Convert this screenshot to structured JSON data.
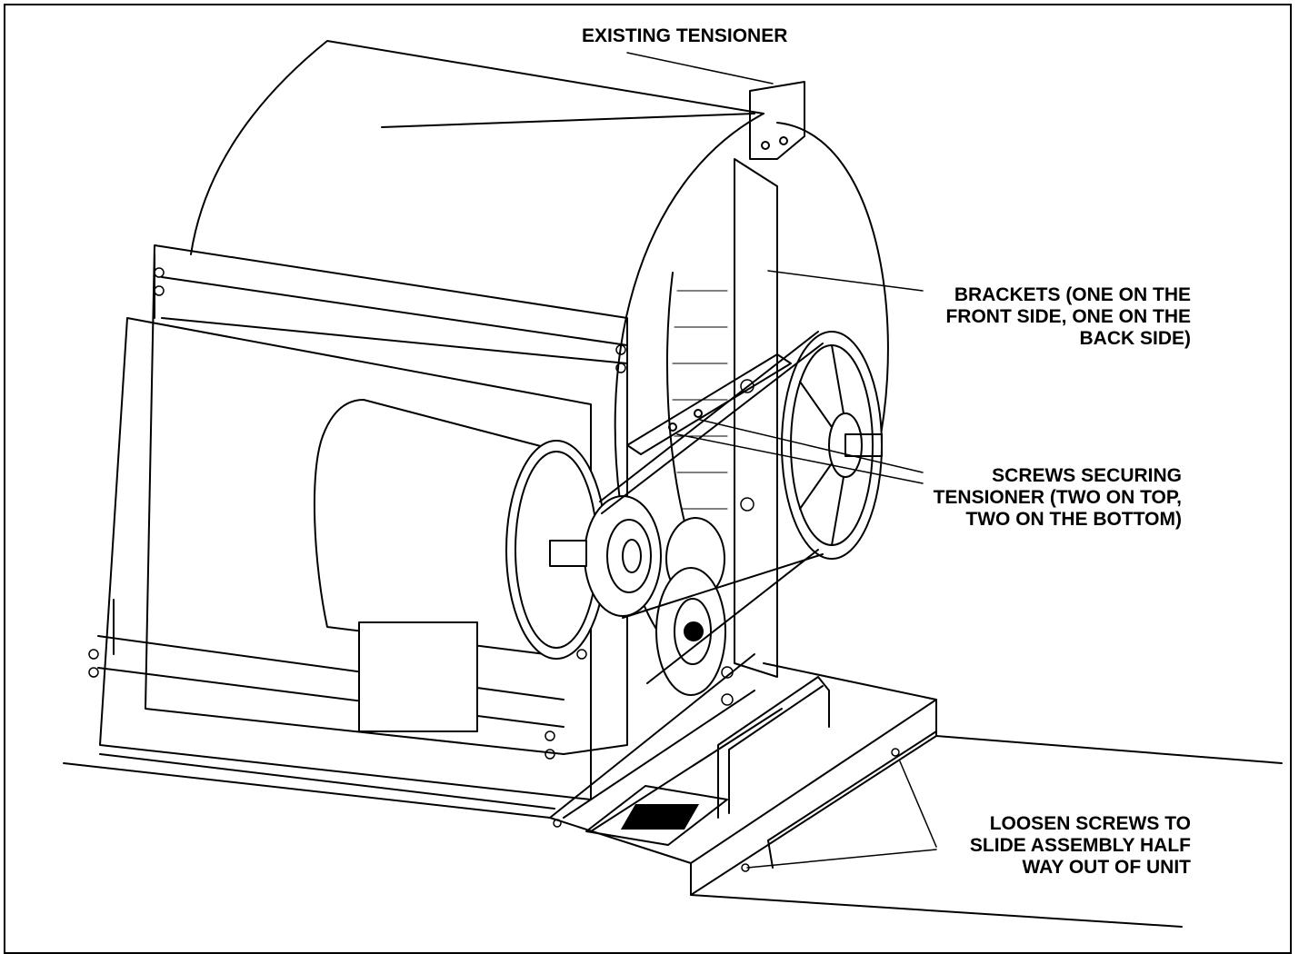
{
  "title": "EXISTING TENSIONER",
  "callouts": {
    "brackets": "BRACKETS (ONE ON THE\nFRONT SIDE, ONE ON THE\nBACK SIDE)",
    "screws": "SCREWS SECURING\nTENSIONER (TWO ON TOP,\nTWO ON THE BOTTOM)",
    "loosen": "LOOSEN SCREWS TO\nSLIDE ASSEMBLY HALF\nWAY OUT OF UNIT"
  },
  "colors": {
    "line": "#000000",
    "background": "#ffffff"
  }
}
